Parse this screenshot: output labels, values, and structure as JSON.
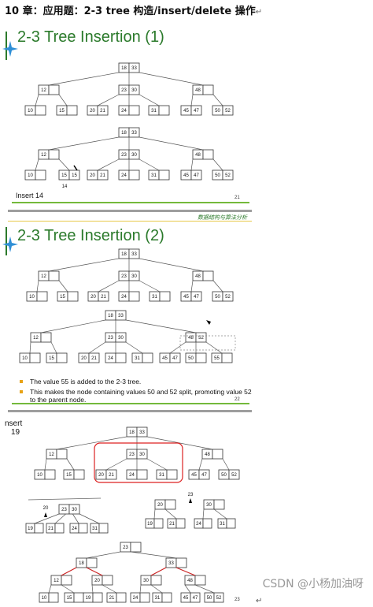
{
  "doc": {
    "heading": "10 章：应用题：2-3 tree 构造/insert/delete 操作",
    "return_glyph": "↵",
    "watermark": "CSDN @小杨加油呀"
  },
  "slide1": {
    "title": "2-3 Tree Insertion (1)",
    "caption": "Insert 14",
    "page": "21",
    "arrow_label": "14",
    "treeA": {
      "root": [
        "18",
        "33"
      ],
      "level1": [
        [
          "12",
          ""
        ],
        [
          "23",
          "30"
        ],
        [
          "48",
          ""
        ]
      ],
      "leaves": [
        [
          "10",
          ""
        ],
        [
          "15",
          ""
        ],
        [
          "20",
          "21"
        ],
        [
          "24",
          ""
        ],
        [
          "31",
          ""
        ],
        [
          "45",
          "47"
        ],
        [
          "50",
          "52"
        ]
      ]
    },
    "treeB": {
      "root": [
        "18",
        "33"
      ],
      "level1": [
        [
          "12",
          ""
        ],
        [
          "23",
          "30"
        ],
        [
          "48",
          ""
        ]
      ],
      "leaves": [
        [
          "10",
          ""
        ],
        [
          "15",
          "15"
        ],
        [
          "20",
          "21"
        ],
        [
          "24",
          ""
        ],
        [
          "31",
          ""
        ],
        [
          "45",
          "47"
        ],
        [
          "50",
          "52"
        ]
      ]
    }
  },
  "banner": "数据结构与算法分析",
  "slide2": {
    "title": "2-3 Tree Insertion (2)",
    "page": "22",
    "bullets": [
      "The value 55 is added to the 2-3 tree.",
      "This makes the node containing values 50 and 52 split, promoting value 52 to the parent node."
    ],
    "treeA": {
      "root": [
        "18",
        "33"
      ],
      "level1": [
        [
          "12",
          ""
        ],
        [
          "23",
          "30"
        ],
        [
          "48",
          ""
        ]
      ],
      "leaves": [
        [
          "10",
          ""
        ],
        [
          "15",
          ""
        ],
        [
          "20",
          "21"
        ],
        [
          "24",
          ""
        ],
        [
          "31",
          ""
        ],
        [
          "45",
          "47"
        ],
        [
          "50",
          "52"
        ]
      ]
    },
    "treeB": {
      "root": [
        "18",
        "33"
      ],
      "level1": [
        [
          "12",
          ""
        ],
        [
          "23",
          "30"
        ],
        [
          "48",
          "52"
        ]
      ],
      "leaves": [
        [
          "10",
          ""
        ],
        [
          "15",
          ""
        ],
        [
          "20",
          "21"
        ],
        [
          "24",
          ""
        ],
        [
          "31",
          ""
        ],
        [
          "45",
          "47"
        ],
        [
          "50",
          ""
        ],
        [
          "55",
          ""
        ]
      ]
    }
  },
  "slide3": {
    "caption_line1": "nsert",
    "caption_line2": "19",
    "page": "23",
    "main": {
      "root": [
        "18",
        "33"
      ],
      "level1": [
        [
          "12",
          ""
        ],
        [
          "23",
          "30"
        ],
        [
          "48",
          ""
        ]
      ],
      "leaves": [
        [
          "10",
          ""
        ],
        [
          "15",
          ""
        ],
        [
          "20",
          "21"
        ],
        [
          "24",
          ""
        ],
        [
          "31",
          ""
        ],
        [
          "45",
          "47"
        ],
        [
          "50",
          "52"
        ]
      ]
    },
    "stepA": {
      "label": "20",
      "node": [
        "23",
        "30"
      ],
      "leaves": [
        [
          "19",
          ""
        ],
        [
          "21",
          ""
        ],
        [
          "24",
          ""
        ],
        [
          "31",
          ""
        ]
      ]
    },
    "stepB": {
      "label": "23",
      "left": [
        "20",
        ""
      ],
      "right": [
        "30",
        ""
      ],
      "leaves": [
        [
          "19",
          ""
        ],
        [
          "21",
          ""
        ],
        [
          "24",
          ""
        ],
        [
          "31",
          ""
        ]
      ]
    },
    "final": {
      "root": [
        "23",
        ""
      ],
      "level1": [
        [
          "18",
          ""
        ],
        [
          "33",
          ""
        ]
      ],
      "level2": [
        [
          "12",
          ""
        ],
        [
          "20",
          ""
        ],
        [
          "30",
          ""
        ],
        [
          "48",
          ""
        ]
      ],
      "leaves": [
        [
          "10",
          ""
        ],
        [
          "15",
          ""
        ],
        [
          "19",
          ""
        ],
        [
          "21",
          ""
        ],
        [
          "24",
          ""
        ],
        [
          "31",
          ""
        ],
        [
          "45",
          "47"
        ],
        [
          "50",
          "52"
        ]
      ]
    }
  }
}
